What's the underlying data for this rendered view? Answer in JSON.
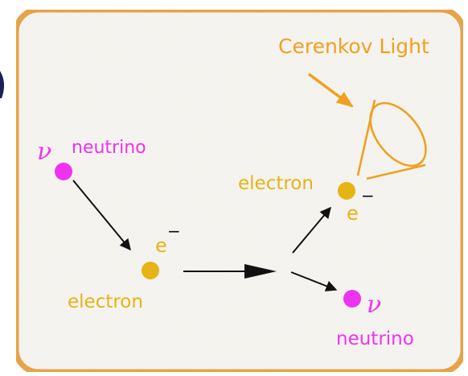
{
  "diagram": {
    "labels": {
      "cerenkov": "Cerenkov Light",
      "neutrino_in_symbol": "ν",
      "neutrino_in_text": "neutrino",
      "electron_target_symbol": "e",
      "electron_target_sup": "−",
      "electron_target_text": "electron",
      "electron_out_text": "electron",
      "electron_out_symbol": "e",
      "electron_out_sup": "−",
      "neutrino_out_symbol": "ν",
      "neutrino_out_text": "neutrino"
    },
    "colors": {
      "frame": "#e8a23a",
      "background": "#f6f5f1",
      "neutrino": "#ee33ee",
      "electron": "#e6b414",
      "cerenkov": "#f0a020",
      "arrow": "#111111"
    }
  }
}
